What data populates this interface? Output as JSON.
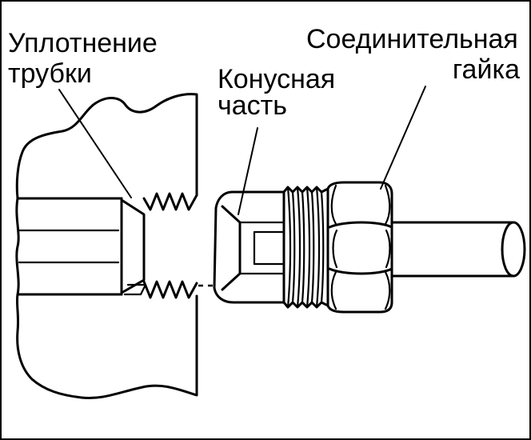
{
  "labels": {
    "tube_seal": {
      "line1": "Уплотнение",
      "line2": "трубки"
    },
    "cone_part": {
      "line1": "Конусная",
      "line2": "часть"
    },
    "union_nut": {
      "line1": "Соединительная",
      "line2": "гайка"
    }
  }
}
